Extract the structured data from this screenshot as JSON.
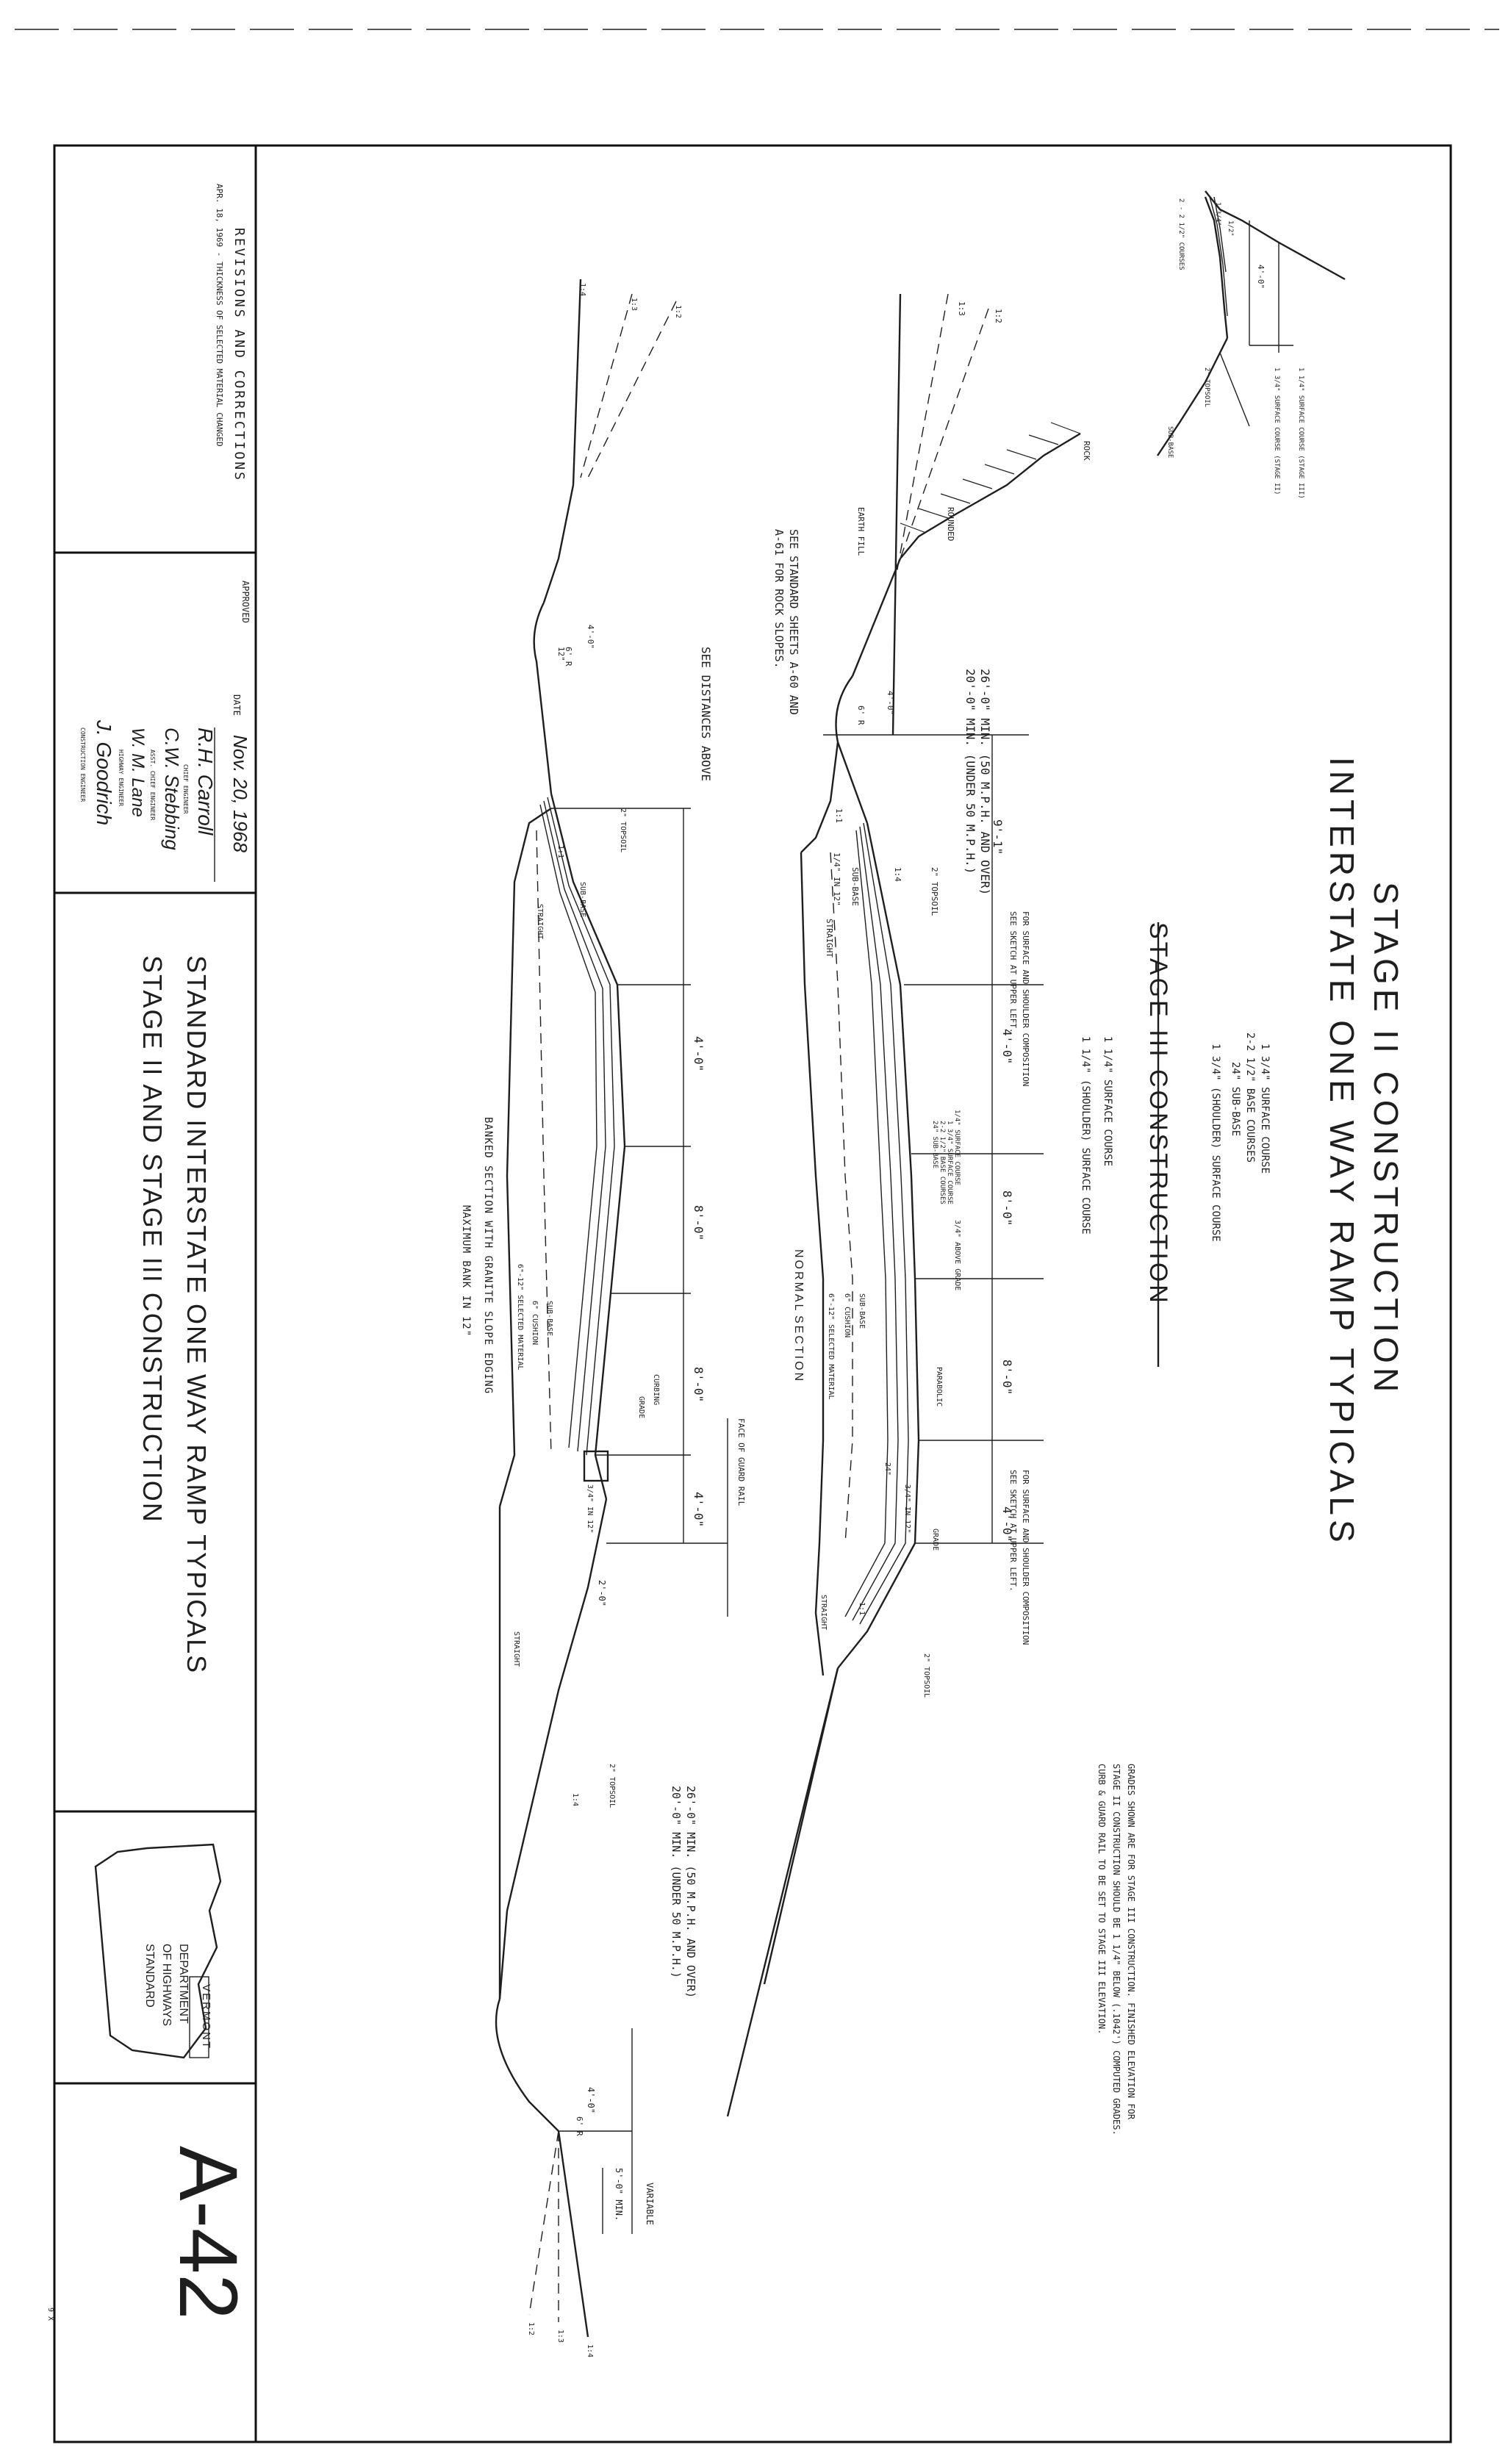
{
  "sheet": {
    "title_line1": "STAGE II CONSTRUCTION",
    "title_line2": "INTERSTATE ONE WAY RAMP TYPICALS",
    "stage3_heading": "STAGE III CONSTRUCTION",
    "sheet_number": "A-42",
    "footnote": "9 X"
  },
  "stage2_courses": [
    "1 3/4\" SURFACE COURSE",
    "2-2 1/2\" BASE COURSES",
    "24\" SUB-BASE",
    "1 3/4\" (SHOULDER) SURFACE COURSE"
  ],
  "stage3_courses": [
    "1 1/4\" SURFACE COURSE",
    "1 1/4\" (SHOULDER) SURFACE COURSE"
  ],
  "grades_note": [
    "GRADES SHOWN ARE FOR STAGE III CONSTRUCTION. FINISHED ELEVATION FOR",
    "STAGE II CONSTRUCTION SHOULD BE 1 1/4\" BELOW (.1042') COMPUTED GRADES.",
    "CURB & GUARD RAIL TO BE SET TO STAGE III ELEVATION."
  ],
  "detail_sketch": {
    "labels": [
      "1 1/4\" SURFACE COURSE (STAGE III)",
      "1 3/4\" SURFACE COURSE (STAGE II)",
      "2 - 2 1/2\" COURSES",
      "SUB-BASE",
      "2\" TOPSOIL",
      "4'-0\"",
      "1 3/4\"",
      "1/2\""
    ]
  },
  "normal_section": {
    "name_line1": "NORMAL",
    "name_line2": "SECTION",
    "top_labels": [
      "26'-0\" MIN. (50 M.P.H. AND OVER)",
      "20'-0\" MIN. (UNDER 50 M.P.H.)",
      "9'-1\"",
      "4'-0\"",
      "8'-0\"",
      "8'-0\"",
      "4'-0\""
    ],
    "side_labels": [
      "ROCK",
      "ROUNDED",
      "EARTH FILL",
      "4'-0\"",
      "6' R",
      "1:1",
      "1/4\" IN 12\"",
      "STRAIGHT",
      "SUB-BASE",
      "2\" TOPSOIL",
      "1:4",
      "1:3",
      "1:2"
    ],
    "centre_labels": [
      "3/4\" ABOVE GRADE",
      "PARABOLIC",
      "SUB-BASE",
      "6\" CUSHION",
      "6\"-12\" SELECTED MATERIAL",
      "GRADE",
      "3/4\" IN 12\"",
      "24\"",
      "1:1",
      "2\" TOPSOIL",
      "STRAIGHT"
    ],
    "courses_labels": [
      "1/4\" SURFACE COURSE",
      "1 3/4\" SURFACE COURSE",
      "2-2 1/2\" BASE COURSES",
      "24\" SUB-BASE"
    ],
    "note_upper_left": [
      "FOR SURFACE AND SHOULDER COMPOSITION",
      "SEE SKETCH AT UPPER LEFT."
    ],
    "note_upper_right": [
      "FOR SURFACE AND SHOULDER COMPOSITION",
      "SEE SKETCH AT UPPER LEFT."
    ],
    "rock_note": [
      "SEE STANDARD SHEETS A-60 AND",
      "A-61 FOR ROCK SLOPES."
    ]
  },
  "banked_section": {
    "name_line1": "BANKED SECTION WITH GRANITE SLOPE EDGING",
    "name_line2": "MAXIMUM BANK   IN 12\"",
    "top_labels": [
      "SEE DISTANCES ABOVE",
      "4'-0\"",
      "8'-0\"",
      "8'-0\"",
      "4'-0\"",
      "FACE OF GUARD RAIL"
    ],
    "side_labels": [
      "1:4",
      "1:3",
      "1:2",
      "4'-0\"",
      "6' R",
      "12\"",
      "2\" TOPSOIL",
      "SUB-BASE",
      "1:1",
      "STRAIGHT",
      "CURBING",
      "GRADE",
      "6\" CUSHION",
      "6\"-12\" SELECTED MATERIAL",
      "SUB-BASE",
      "3/4\" IN 12\"",
      "2'-0\"",
      "STRAIGHT",
      "2\" TOPSOIL",
      "1:4"
    ],
    "right_labels": [
      "26'-0\" MIN. (50 M.P.H. AND OVER)",
      "20'-0\" MIN. (UNDER 50 M.P.H.)",
      "VARIABLE",
      "5'-0\" MIN.",
      "4'-0\"",
      "6' R",
      "1:2",
      "1:3",
      "1:4"
    ]
  },
  "title_block": {
    "revisions_heading": "REVISIONS AND CORRECTIONS",
    "revision_entry": "APR. 18, 1969 - THICKNESS OF SELECTED MATERIAL CHANGED",
    "approved_label": "APPROVED",
    "date_label": "DATE",
    "date_value": "Nov. 20, 1968",
    "signatures": [
      {
        "role": "CHIEF ENGINEER",
        "signature": "R.H. Carroll"
      },
      {
        "role": "ASST. CHIEF ENGINEER",
        "signature": "C.W. Stebbing"
      },
      {
        "role": "HIGHWAY ENGINEER",
        "signature": "W. M. Lane"
      },
      {
        "role": "CONSTRUCTION ENGINEER",
        "signature": "J. Goodrich"
      }
    ],
    "drawing_title_line1": "STANDARD INTERSTATE ONE WAY RAMP TYPICALS",
    "drawing_title_line2": "STAGE II AND STAGE III CONSTRUCTION",
    "state_label": "VERMONT",
    "agency_line1": "DEPARTMENT",
    "agency_line2": "OF HIGHWAYS",
    "agency_line3": "STANDARD"
  }
}
